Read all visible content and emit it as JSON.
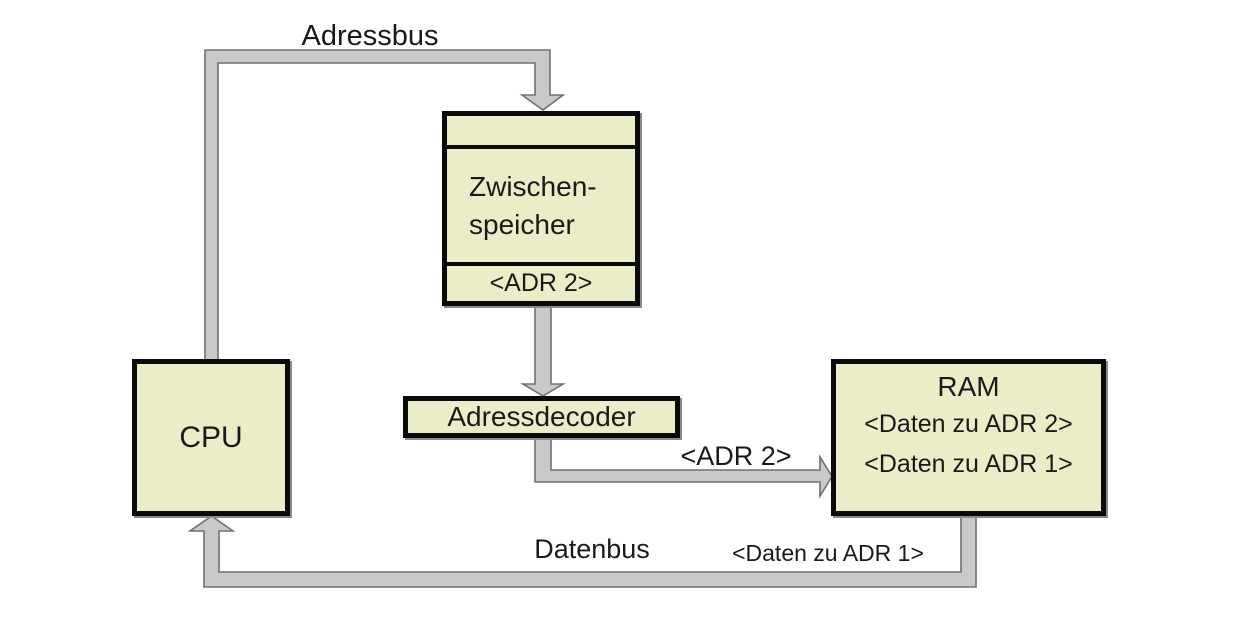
{
  "diagram": {
    "boxes": {
      "cpu": {
        "label": "CPU"
      },
      "buffer": {
        "label_line1": "Zwischen-",
        "label_line2": "speicher",
        "slot": "<ADR 2>"
      },
      "decoder": {
        "label": "Adressdecoder"
      },
      "ram": {
        "title": "RAM",
        "rows": [
          "<Daten zu ADR 2>",
          "<Daten zu ADR 1>"
        ]
      }
    },
    "bus_labels": {
      "adressbus": "Adressbus",
      "adr2": "<ADR 2>",
      "datenbus": "Datenbus",
      "daten_zu_adr1": "<Daten zu ADR 1>"
    },
    "colors": {
      "box_fill": "#ebecc8",
      "box_border": "#0a0a0a",
      "bus_fill": "#c9c9c9",
      "bus_stroke": "#707070",
      "background": "#ffffff"
    }
  }
}
